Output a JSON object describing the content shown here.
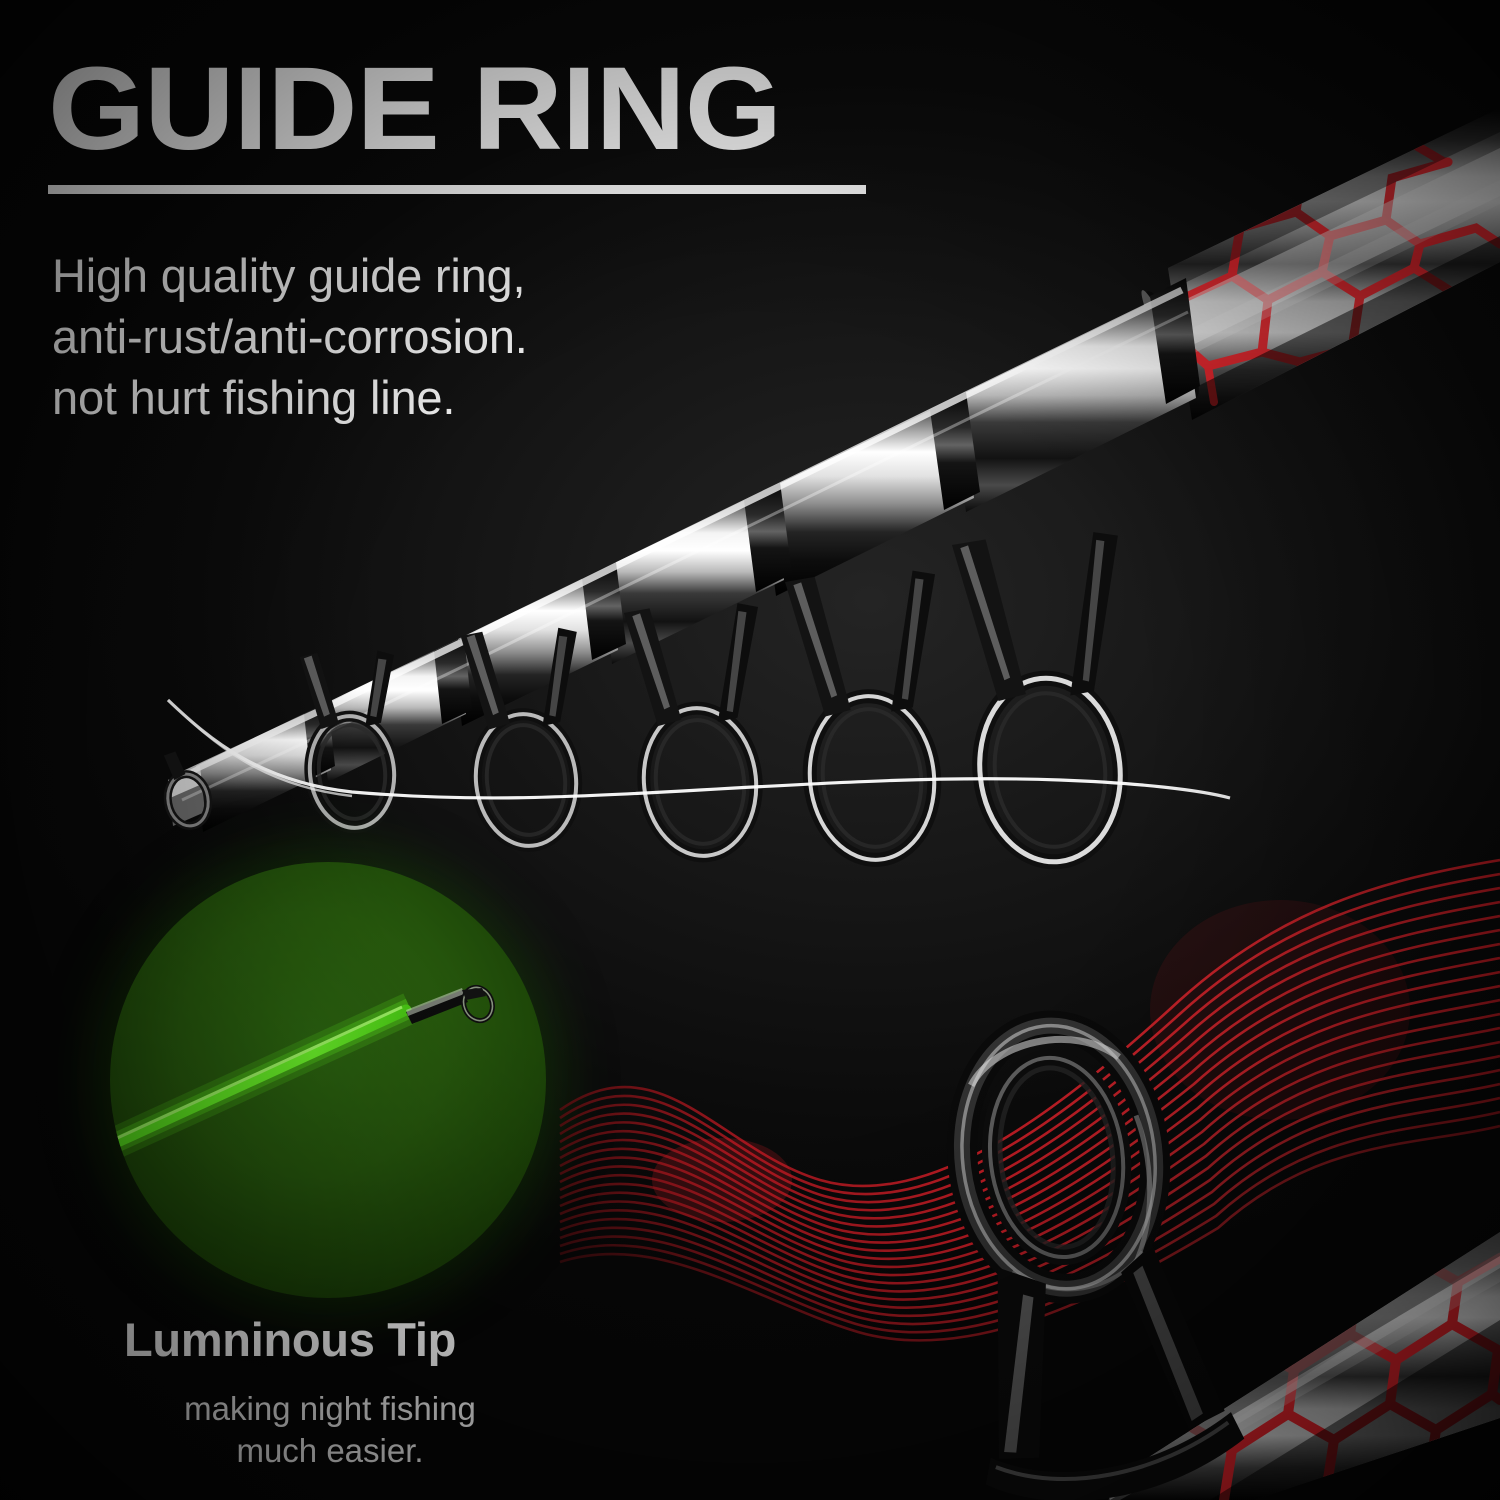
{
  "theme": {
    "background": "#0b0b0b",
    "text_color": "#ffffff",
    "accent_red": "#e8202a",
    "accent_green_glow": "#5ce61e",
    "accent_green_dark": "#1d4608",
    "chrome_light": "#f2f2f2",
    "line_color": "#ffffff"
  },
  "header": {
    "title": "GUIDE RING",
    "rule": true,
    "description_lines": [
      "High quality guide ring,",
      "anti-rust/anti-corrosion.",
      "not hurt fishing line."
    ]
  },
  "luminous": {
    "title": "Lumninous Tip",
    "description_lines": [
      "making night fishing",
      "much easier."
    ]
  },
  "graphics": {
    "rod_top": {
      "name": "telescopic-fishing-rod",
      "sections": 6,
      "guide_rings": 5,
      "tip_top_guide": true,
      "fishing_line": true,
      "butt_pattern": "red-cell-web"
    },
    "glow_inset": {
      "name": "luminous-tip-circle",
      "shape": "circle",
      "rod_tip_color": "#5ce61e",
      "background_color": "#1d4608"
    },
    "rod_bottom": {
      "name": "rod-blank-closeup",
      "guide_ring_closeup": true,
      "butt_pattern": "red-cell-web"
    },
    "wave": {
      "name": "red-wave-lines",
      "line_count": 20,
      "color": "#e8202a"
    }
  }
}
